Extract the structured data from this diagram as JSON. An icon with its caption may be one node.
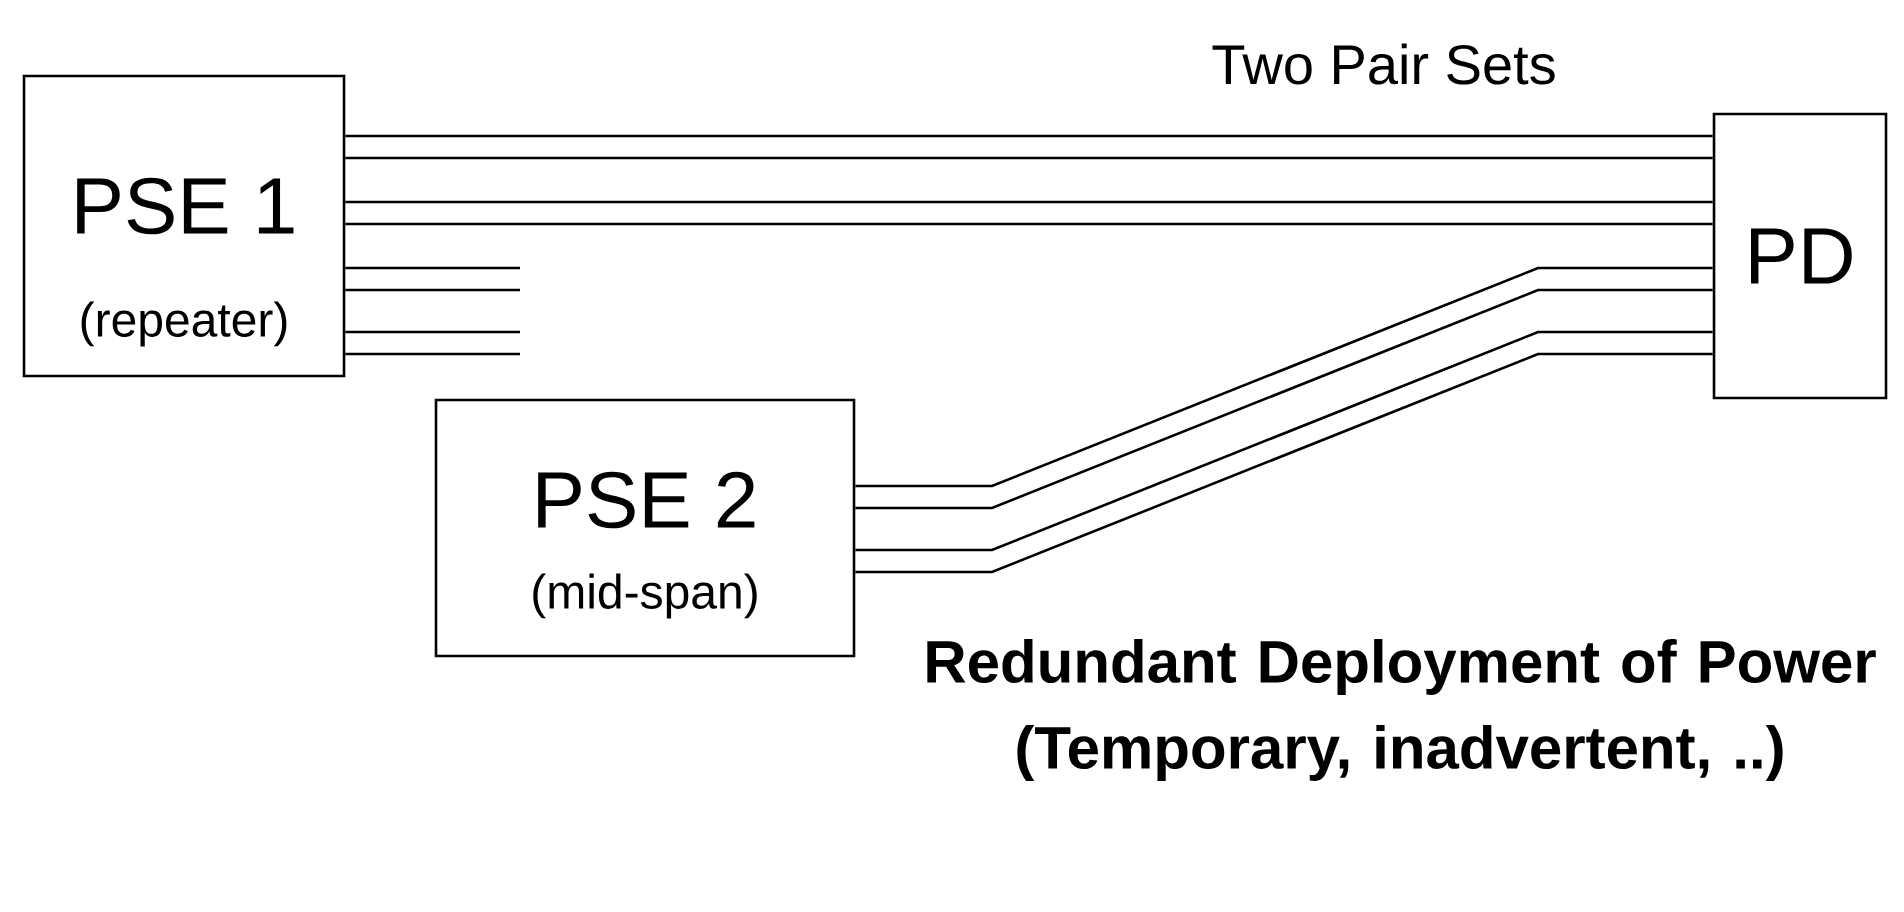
{
  "diagram": {
    "nodes": [
      {
        "text": [
          "PSE 1",
          "(repeater)"
        ]
      },
      {
        "text": [
          "PD"
        ]
      },
      {
        "text": [
          "PSE 2",
          "(mid-span)"
        ]
      }
    ],
    "edges": [
      {
        "from": 0,
        "to": 1,
        "arrow": "none"
      },
      {
        "from": 0,
        "to": 1,
        "arrow": "none"
      },
      {
        "from": 0,
        "to": 1,
        "arrow": "none"
      },
      {
        "from": 0,
        "to": 1,
        "arrow": "none"
      },
      {
        "from": 0,
        "to": null,
        "arrow": "none"
      },
      {
        "from": 0,
        "to": null,
        "arrow": "none"
      },
      {
        "from": 0,
        "to": null,
        "arrow": "none"
      },
      {
        "from": 0,
        "to": null,
        "arrow": "none"
      },
      {
        "from": 2,
        "to": 1,
        "arrow": "none"
      },
      {
        "from": 2,
        "to": 1,
        "arrow": "none"
      },
      {
        "from": 2,
        "to": 1,
        "arrow": "none"
      },
      {
        "from": 2,
        "to": 1,
        "arrow": "none"
      }
    ],
    "labels": [
      "Two Pair Sets",
      "Redundant Deployment of Power (Temporary, inadvertent, ..)"
    ]
  }
}
